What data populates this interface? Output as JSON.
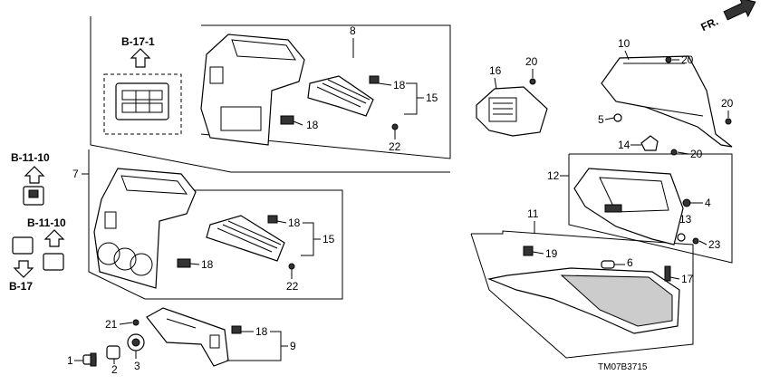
{
  "callouts": {
    "c1": "1",
    "c2": "2",
    "c3": "3",
    "c4": "4",
    "c5": "5",
    "c6": "6",
    "c7": "7",
    "c8": "8",
    "c9": "9",
    "c10": "10",
    "c11": "11",
    "c12": "12",
    "c13": "13",
    "c14": "14",
    "c15a": "15",
    "c15b": "15",
    "c16": "16",
    "c17": "17",
    "c18a": "18",
    "c18b": "18",
    "c18c": "18",
    "c18d": "18",
    "c18e": "18",
    "c19": "19",
    "c20a": "20",
    "c20b": "20",
    "c20c": "20",
    "c20d": "20",
    "c21": "21",
    "c22a": "22",
    "c22b": "22",
    "c23": "23"
  },
  "references": {
    "b17_1": "B-17-1",
    "b11_10_top": "B-11-10",
    "b11_10_bottom": "B-11-10",
    "b17": "B-17"
  },
  "direction_label": "FR.",
  "drawing_code": "TM07B3715"
}
